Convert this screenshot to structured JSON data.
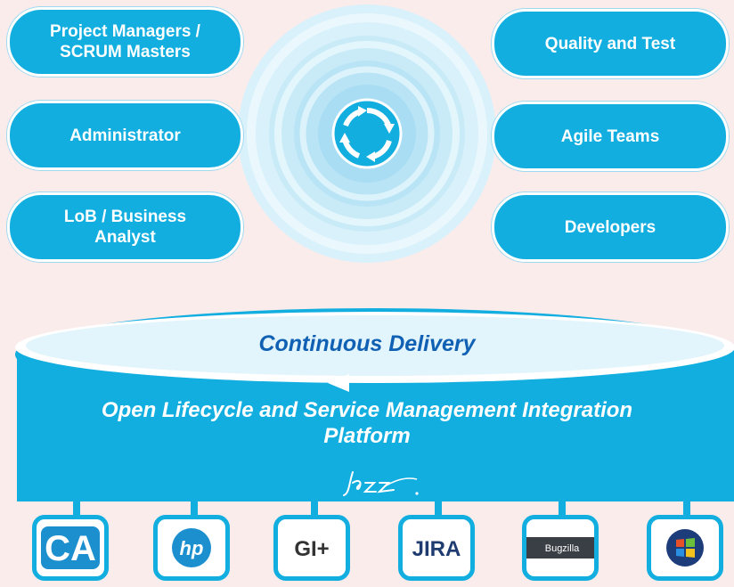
{
  "roles": {
    "project_managers": "Project Managers / SCRUM Masters",
    "administrator": "Administrator",
    "lob_analyst": "LoB / Business Analyst",
    "quality_test": "Quality and Test",
    "agile_teams": "Agile Teams",
    "developers": "Developers"
  },
  "platform": {
    "cycle_label": "Continuous Delivery",
    "title": "Open Lifecycle and Service Management Integration Platform",
    "brand": "Jazz"
  },
  "integrations": [
    {
      "name": "CA",
      "icon": "ca-logo"
    },
    {
      "name": "hp",
      "icon": "hp-logo"
    },
    {
      "name": "GI+",
      "icon": "github-logo"
    },
    {
      "name": "JIRA",
      "icon": "jira-logo"
    },
    {
      "name": "Bugzilla",
      "icon": "bugzilla-logo"
    },
    {
      "name": "Windows",
      "icon": "windows-logo"
    }
  ],
  "colors": {
    "accent": "#12aee0",
    "title_blue": "#1060b4",
    "background": "#fbecec"
  }
}
